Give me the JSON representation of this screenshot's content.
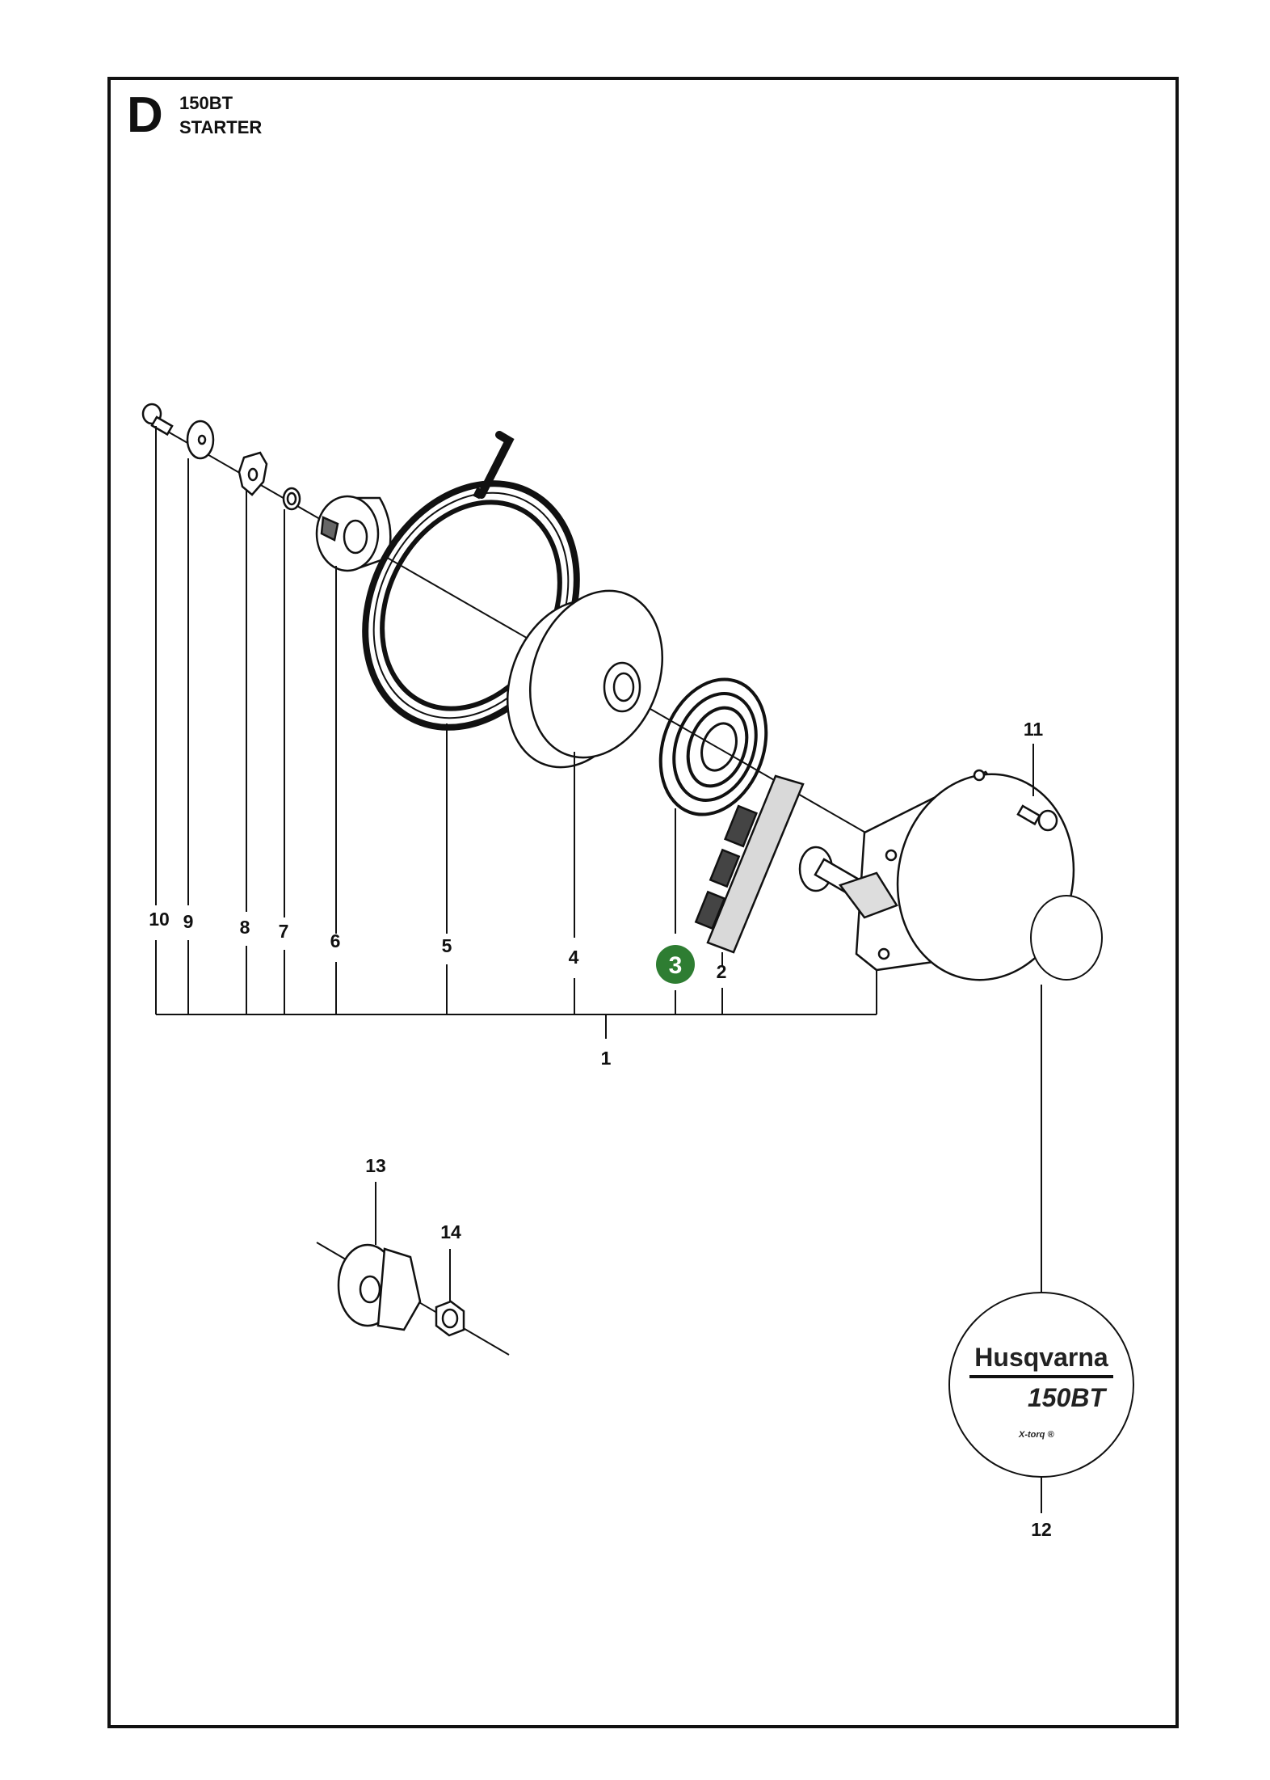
{
  "header": {
    "section_letter": "D",
    "model": "150BT",
    "section_name": "STARTER"
  },
  "callouts": [
    {
      "id": "c10",
      "label": "10"
    },
    {
      "id": "c9",
      "label": "9"
    },
    {
      "id": "c8",
      "label": "8"
    },
    {
      "id": "c7",
      "label": "7"
    },
    {
      "id": "c6",
      "label": "6"
    },
    {
      "id": "c5",
      "label": "5"
    },
    {
      "id": "c4",
      "label": "4"
    },
    {
      "id": "c3",
      "label": "3",
      "highlighted": true
    },
    {
      "id": "c2",
      "label": "2"
    },
    {
      "id": "c1",
      "label": "1"
    },
    {
      "id": "c11",
      "label": "11"
    },
    {
      "id": "c12",
      "label": "12"
    },
    {
      "id": "c13",
      "label": "13"
    },
    {
      "id": "c14",
      "label": "14"
    }
  ],
  "decal": {
    "brand": "Husqvarna",
    "model": "150BT",
    "tagline": "X-torq ®"
  },
  "colors": {
    "highlight": "#2e7d32",
    "line": "#111111"
  }
}
